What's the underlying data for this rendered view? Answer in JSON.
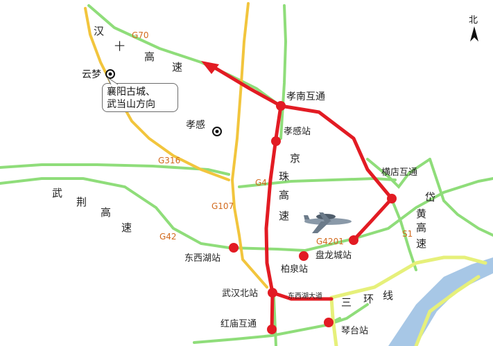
{
  "north": {
    "label": "北",
    "icon": "north-arrow-icon"
  },
  "roads": {
    "hanshi": [
      "汉",
      "十",
      "高",
      "速"
    ],
    "jingzhu": [
      "京",
      "珠",
      "高",
      "速"
    ],
    "wujing": [
      "武",
      "荆",
      "高",
      "速"
    ],
    "daihuang": [
      "岱",
      "黄",
      "高",
      "速"
    ],
    "sanhuan": [
      "三",
      "环",
      "线"
    ],
    "dongxihu_ave": "东西湖大道"
  },
  "codes": {
    "g70": "G70",
    "g316": "G316",
    "g4": "G4",
    "g107": "G107",
    "g42": "G42",
    "g4201": "G4201",
    "s1": "S1"
  },
  "places": {
    "yunmeng": "云梦",
    "xiaogan": "孝感",
    "xiaonan_interchange": "孝南互通",
    "xiaogan_station": "孝感站",
    "hengdian_interchange": "横店互通",
    "panlongcheng_station": "盘龙城站",
    "baiquan_station": "柏泉站",
    "dongxihu_station": "东西湖站",
    "wuhan_north_station": "武汉北站",
    "hongmiao_interchange": "红庙互通",
    "qintai_station": "琴台站"
  },
  "callout": {
    "line1": "襄阳古城、",
    "line2": "武当山方向"
  },
  "icons": {
    "airport": "airplane-icon",
    "city": "city-marker-icon",
    "station": "station-dot-icon"
  },
  "colors": {
    "route": "#e21b23",
    "expressway_green": "#8fdd7a",
    "national_yellow": "#f2c53d",
    "ring_yellow": "#e6f07a",
    "river": "#a7c7e6",
    "code_text": "#d26a1e"
  }
}
